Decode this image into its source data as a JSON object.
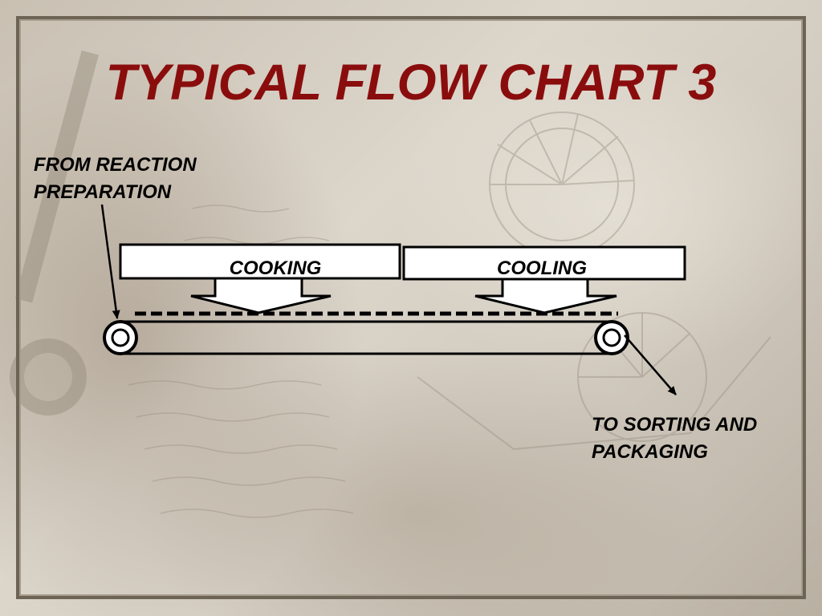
{
  "title": "TYPICAL FLOW CHART 3",
  "input_label": [
    "FROM REACTION",
    "PREPARATION"
  ],
  "stages": [
    {
      "label": "COOKING"
    },
    {
      "label": "COOLING"
    }
  ],
  "output_label": [
    "TO SORTING AND",
    "PACKAGING"
  ],
  "colors": {
    "title": "#8a0d0d",
    "frame": "#6d6456",
    "box_fill": "#ffffff",
    "stroke": "#000000"
  }
}
